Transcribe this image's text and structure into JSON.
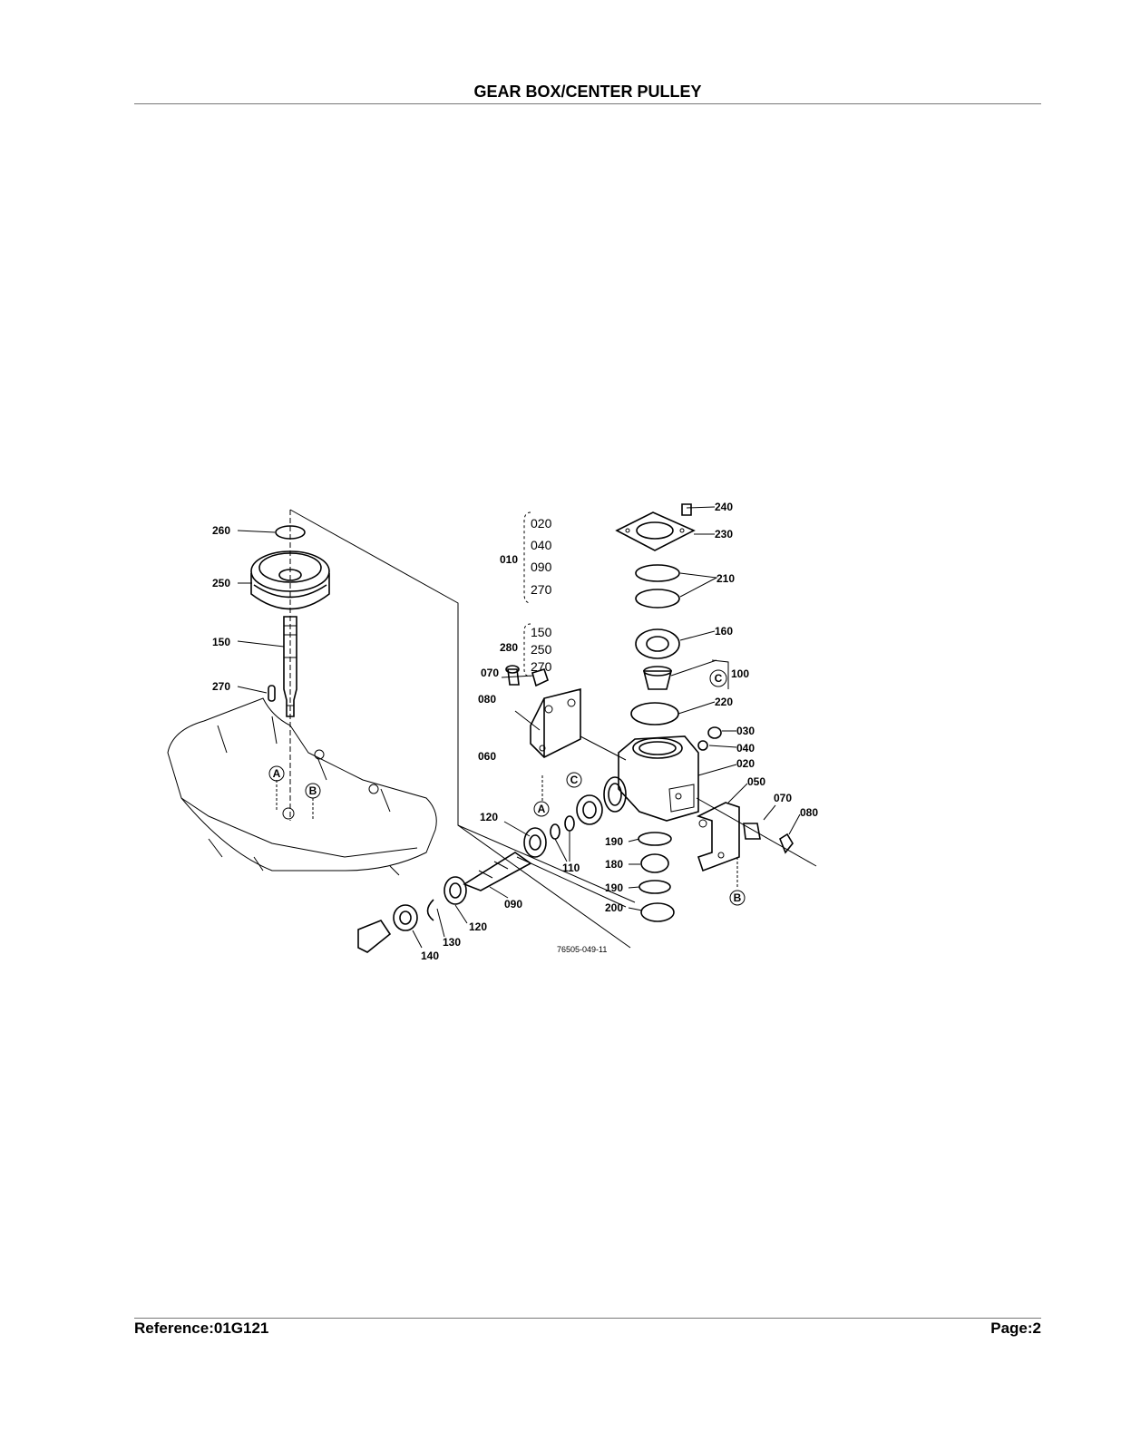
{
  "header": {
    "title": "GEAR BOX/CENTER PULLEY"
  },
  "footer": {
    "reference": "Reference:01G121",
    "page": "Page:2"
  },
  "diagram": {
    "drawing_code": "76505-049-11",
    "labels": {
      "p260": "260",
      "p250": "250",
      "p150": "150",
      "p270": "270",
      "p010": "010",
      "p280": "280",
      "p070a": "070",
      "p080a": "080",
      "p060": "060",
      "p120a": "120",
      "p110": "110",
      "p090": "090",
      "p120b": "120",
      "p130": "130",
      "p140": "140",
      "p240": "240",
      "p230": "230",
      "p210": "210",
      "p160": "160",
      "p100": "100",
      "p220": "220",
      "p030": "030",
      "p040": "040",
      "p020": "020",
      "p050": "050",
      "p070b": "070",
      "p080b": "080",
      "p190a": "190",
      "p180": "180",
      "p190b": "190",
      "p200": "200"
    },
    "group_010": [
      "020",
      "040",
      "090",
      "270"
    ],
    "group_280": [
      "150",
      "250",
      "270"
    ],
    "callouts": {
      "a": "A",
      "b": "B",
      "c": "C"
    }
  }
}
